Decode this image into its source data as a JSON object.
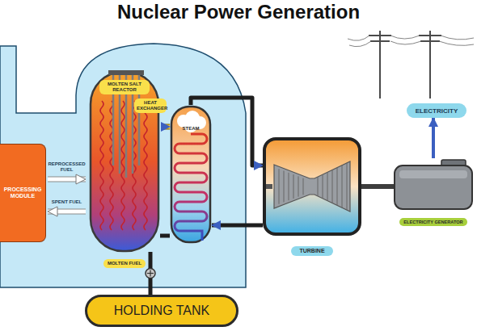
{
  "diagram": {
    "title": "Nuclear Power Generation",
    "nodes": [
      {
        "text": [
          "PROCESSING MODULE"
        ]
      },
      {
        "text": [
          "MOLTEN SALT REACTOR",
          "MOLTEN FUEL"
        ]
      },
      {
        "text": [
          "HEAT EXCHANGER",
          "STEAM"
        ]
      },
      {
        "text": [
          "TURBINE"
        ]
      },
      {
        "text": [
          "ELECTRICITY"
        ]
      },
      {
        "text": [
          "ELECTRICITY GENERATOR"
        ]
      },
      {
        "text": [
          "HOLDING TANK"
        ]
      }
    ],
    "edges": [
      {
        "from": 0,
        "to": 1,
        "label": "REPROCESSED FUEL",
        "arrow": "to"
      },
      {
        "from": 1,
        "to": 0,
        "label": "SPENT FUEL",
        "arrow": "to"
      },
      {
        "from": 1,
        "to": 2,
        "arrow": "to"
      },
      {
        "from": 2,
        "to": 3,
        "arrow": "to"
      },
      {
        "from": 3,
        "to": 2,
        "arrow": "to"
      },
      {
        "from": 3,
        "to": 5,
        "arrow": "none"
      },
      {
        "from": 5,
        "to": 4,
        "arrow": "to"
      },
      {
        "from": 1,
        "to": 6,
        "arrow": "none"
      },
      {
        "from": 2,
        "to": 1,
        "arrow": "none"
      }
    ]
  }
}
